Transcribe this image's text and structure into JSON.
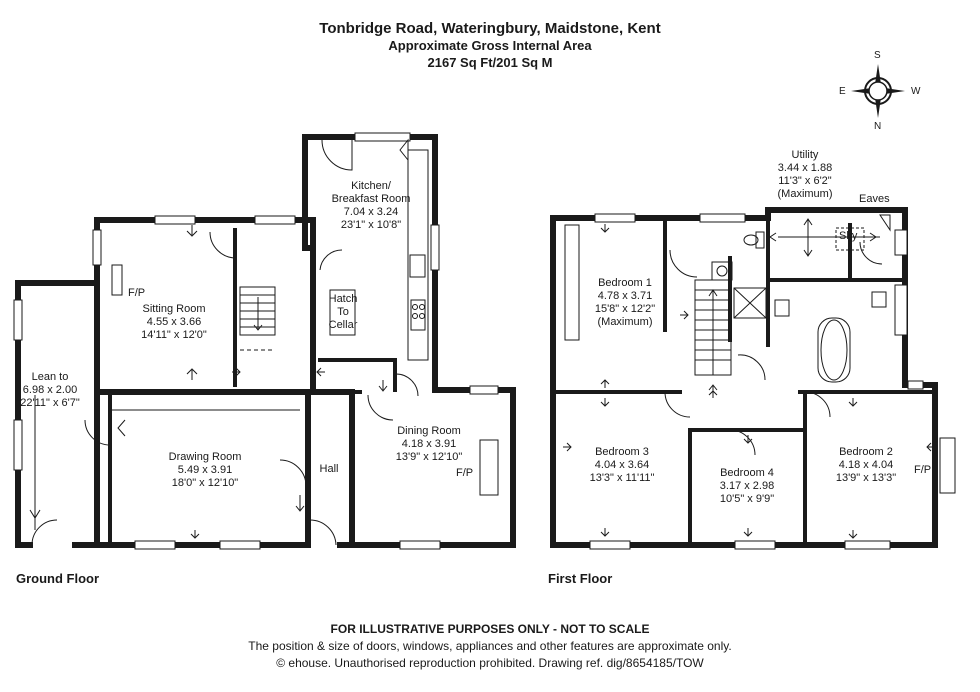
{
  "header": {
    "title": "Tonbridge Road, Wateringbury, Maidstone, Kent",
    "subtitle": "Approximate Gross Internal Area",
    "area": "2167 Sq Ft/201 Sq M"
  },
  "compass": {
    "s": "S",
    "e": "E",
    "w": "W",
    "n": "N"
  },
  "ground_floor": {
    "label": "Ground Floor",
    "lean_to": {
      "name": "Lean to",
      "metric": "6.98 x 2.00",
      "imperial": "22'11\" x 6'7\""
    },
    "sitting_room": {
      "name": "Sitting Room",
      "metric": "4.55 x 3.66",
      "imperial": "14'11\" x 12'0\"",
      "fp": "F/P"
    },
    "kitchen": {
      "name1": "Kitchen/",
      "name2": "Breakfast Room",
      "metric": "7.04 x 3.24",
      "imperial": "23'1\" x 10'8\""
    },
    "hatch": {
      "line1": "Hatch",
      "line2": "To",
      "line3": "Cellar"
    },
    "drawing_room": {
      "name": "Drawing Room",
      "metric": "5.49 x 3.91",
      "imperial": "18'0\" x 12'10\""
    },
    "hall": {
      "name": "Hall"
    },
    "dining_room": {
      "name": "Dining Room",
      "metric": "4.18 x 3.91",
      "imperial": "13'9\" x 12'10\"",
      "fp": "F/P"
    }
  },
  "first_floor": {
    "label": "First Floor",
    "utility": {
      "name": "Utility",
      "metric": "3.44 x 1.88",
      "imperial": "11'3\" x 6'2\"",
      "note": "(Maximum)"
    },
    "eaves": "Eaves",
    "sky": "Sky",
    "bedroom1": {
      "name": "Bedroom 1",
      "metric": "4.78 x 3.71",
      "imperial": "15'8\" x 12'2\"",
      "note": "(Maximum)"
    },
    "bedroom2": {
      "name": "Bedroom 2",
      "metric": "4.18 x 4.04",
      "imperial": "13'9\" x 13'3\"",
      "fp": "F/P"
    },
    "bedroom3": {
      "name": "Bedroom 3",
      "metric": "4.04 x 3.64",
      "imperial": "13'3\" x 11'11\""
    },
    "bedroom4": {
      "name": "Bedroom 4",
      "metric": "3.17 x 2.98",
      "imperial": "10'5\" x 9'9\""
    }
  },
  "footer": {
    "disclaimer": "FOR ILLUSTRATIVE PURPOSES ONLY - NOT TO SCALE",
    "note": "The position & size of doors, windows, appliances and other features are approximate only.",
    "copyright": "© ehouse. Unauthorised reproduction prohibited. Drawing ref. dig/8654185/TOW"
  }
}
